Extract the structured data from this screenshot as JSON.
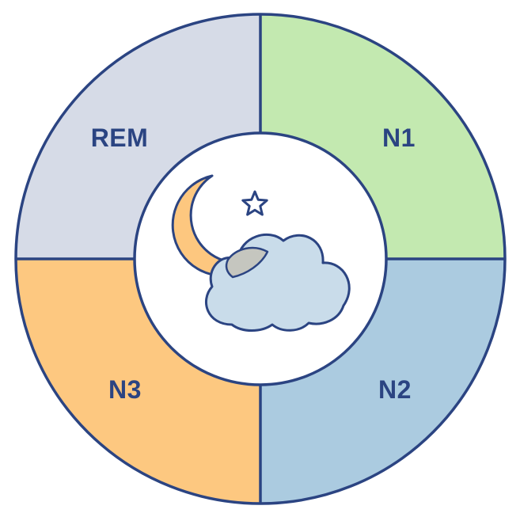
{
  "colors": {
    "outline": "#2b4482",
    "label": "#2b4482",
    "background": "#ffffff",
    "moon": "#fdc77f",
    "cloud": "#c9dcea"
  },
  "segments": [
    {
      "key": "n1",
      "label": "N1",
      "color": "#c3e9b0"
    },
    {
      "key": "n2",
      "label": "N2",
      "color": "#abcbe0"
    },
    {
      "key": "n3",
      "label": "N3",
      "color": "#fdc880"
    },
    {
      "key": "rem",
      "label": "REM",
      "color": "#d6dbe7"
    }
  ],
  "center": {
    "icons": [
      "moon-icon",
      "star-icon",
      "cloud-icon"
    ]
  }
}
